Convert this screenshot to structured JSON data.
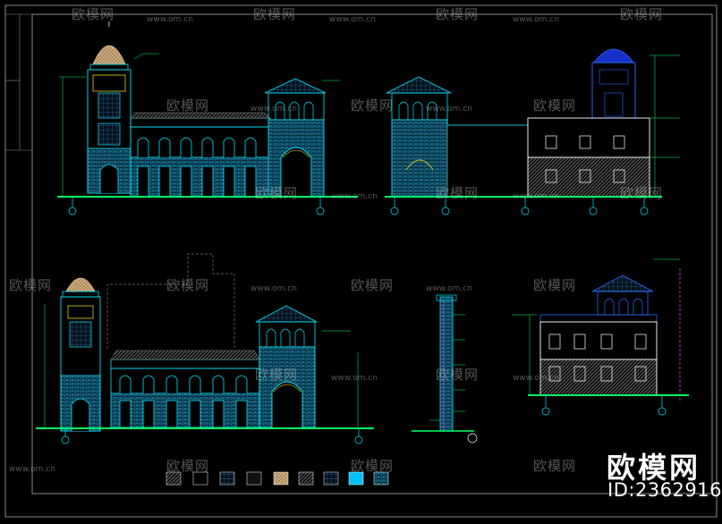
{
  "watermark": {
    "brand": "欧模网",
    "url": "www.om.cn"
  },
  "brand_mark": "欧模网",
  "image_id": "ID:2362916",
  "colors": {
    "background": "#000000",
    "primary_line": "#00e5ff",
    "secondary_line": "#2a6cff",
    "accent_green": "#00ff66",
    "accent_yellow": "#ffee00",
    "accent_magenta": "#ff44ff",
    "dim_line": "#6a6a6a",
    "dome_tan": "#d9b38c"
  }
}
